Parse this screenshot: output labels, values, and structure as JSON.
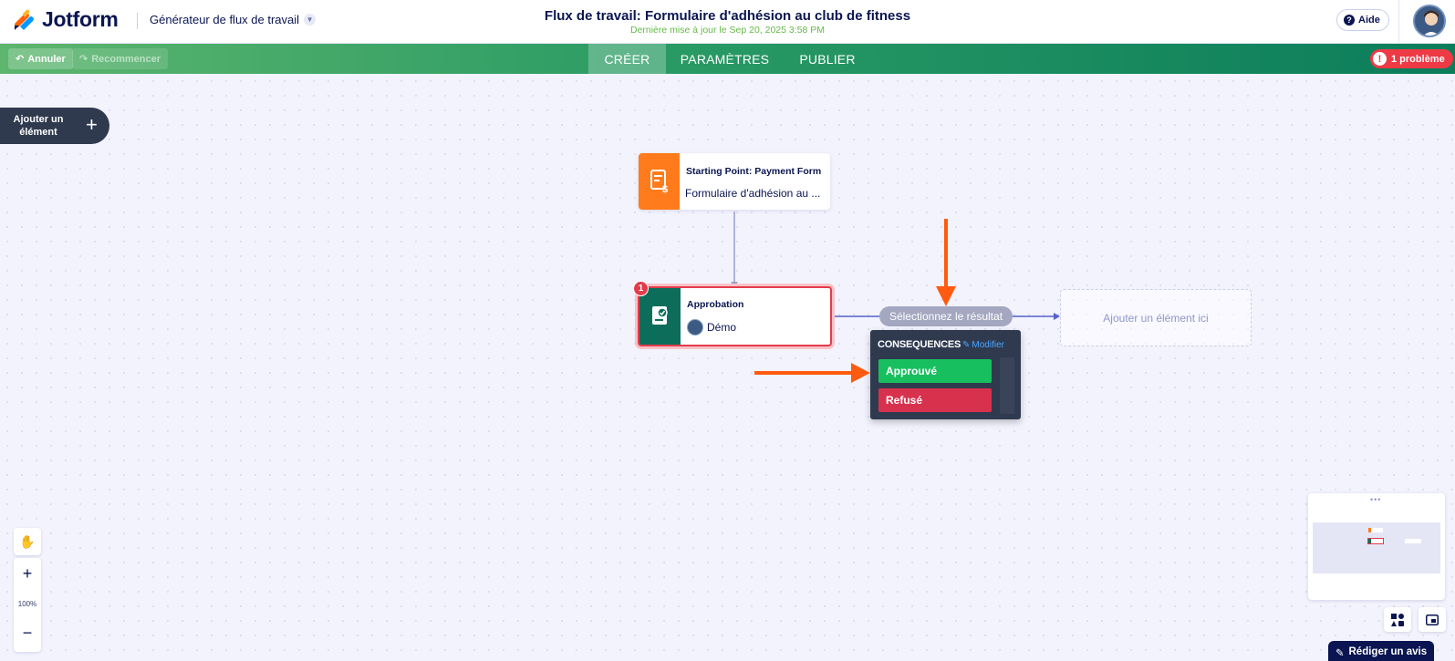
{
  "header": {
    "brand": "Jotform",
    "builder_label": "Générateur de flux de travail",
    "title": "Flux de travail: Formulaire d'adhésion au club de fitness",
    "subtitle": "Dernière mise à jour le Sep 20, 2025 3:58 PM",
    "help_label": "Aide"
  },
  "toolbar": {
    "undo_label": "Annuler",
    "redo_label": "Recommencer",
    "tabs": [
      {
        "label": "CRÉER",
        "active": true
      },
      {
        "label": "PARAMÈTRES",
        "active": false
      },
      {
        "label": "PUBLIER",
        "active": false
      }
    ],
    "problem_label": "1 problème"
  },
  "canvas": {
    "add_element_label": "Ajouter un élément",
    "start_node": {
      "title": "Starting Point: Payment Form",
      "subtitle": "Formulaire d'adhésion au ..."
    },
    "approval_node": {
      "title": "Approbation",
      "assignee": "Démo",
      "error_count": "1"
    },
    "select_result_label": "Sélectionnez le résultat",
    "placeholder_label": "Ajouter un élément ici",
    "outcomes": {
      "heading": "CONSEQUENCES",
      "edit_label": "Modifier",
      "items": [
        {
          "label": "Approuvé",
          "color": "#18bf5f"
        },
        {
          "label": "Refusé",
          "color": "#d8314e"
        }
      ]
    }
  },
  "zoom": {
    "in_label": "+",
    "level": "100%",
    "out_label": "−"
  },
  "review_label": "Rédiger un avis",
  "colors": {
    "accent_orange": "#ff7b1c",
    "approval_green": "#0c6e5a",
    "error_red": "#e43b4b",
    "annotation_arrow": "#ff5a0f"
  }
}
